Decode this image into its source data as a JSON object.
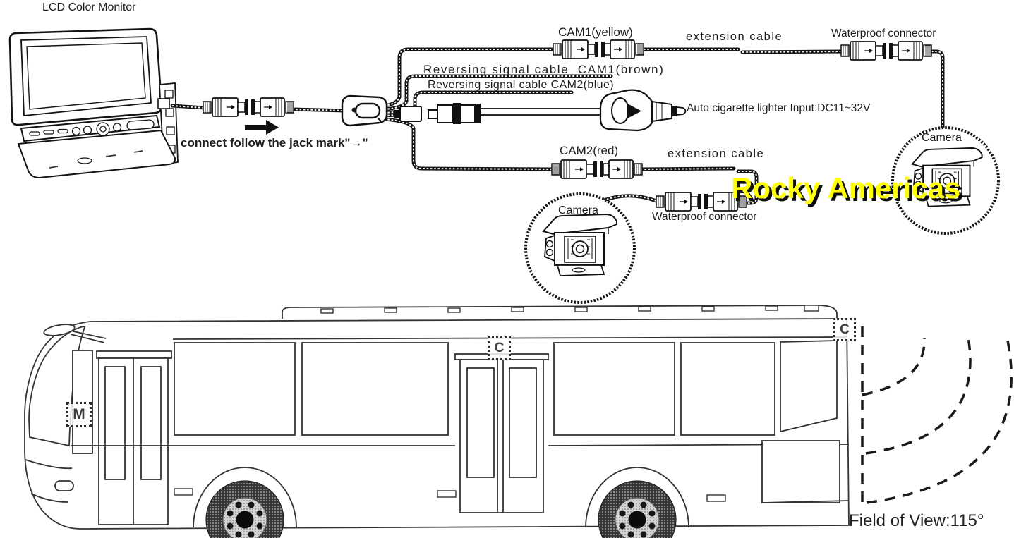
{
  "monitor": {
    "label": "LCD Color Monitor"
  },
  "connection_note": "connect follow the jack mark\"→\"",
  "cam1": {
    "label": "CAM1(yellow)",
    "reversing_cable": "Reversing signal cable  CAM1(brown)",
    "extension": "extension cable",
    "waterproof": "Waterproof connector",
    "camera": "Camera"
  },
  "cam2": {
    "label": "CAM2(red)",
    "reversing_cable": "Reversing signal cable CAM2(blue)",
    "extension": "extension cable",
    "waterproof": "Waterproof connector",
    "camera": "Camera"
  },
  "power": {
    "label": "Auto cigarette lighter Input:DC11~32V"
  },
  "bus": {
    "monitor_badge": "M",
    "camera_badge_mid": "C",
    "camera_badge_rear": "C",
    "field_of_view": "Field of View:115°"
  },
  "watermark": {
    "text": "Rocky Americas",
    "color": "#ffff00"
  },
  "colors": {
    "line": "#151515",
    "background": "#ffffff",
    "watermark": "#ffff00"
  }
}
